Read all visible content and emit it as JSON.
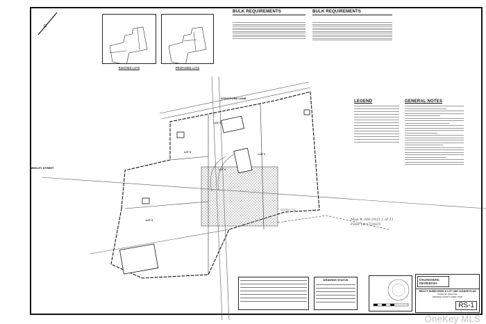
{
  "sheet": {
    "top_note": "",
    "bulk_requirements": [
      {
        "title": "BULK REQUIREMENTS"
      },
      {
        "title": "BULK REQUIREMENTS"
      }
    ],
    "existing_lots": {
      "label": "EXISTING LOTS"
    },
    "proposed_lots": {
      "label": "PROPOSED LOTS"
    },
    "legend": {
      "title": "LEGEND"
    },
    "general_notes": {
      "title": "GENERAL NOTES"
    },
    "streets": {
      "stratford": "STRATFORD LANE",
      "medley": "MEDLEY STREET",
      "district": "DISTRICT HC"
    },
    "lots": [
      "LOT 1",
      "LOT 2",
      "LOT 3",
      "LOT 4",
      "LOT 5"
    ],
    "filing_stamp": {
      "map": "Map # 368-2025",
      "sheet": "2 of 11",
      "filed": "Filed 10/17/2025"
    },
    "drawing_status": {
      "title": "DRAWING STATUS"
    },
    "title_block": {
      "firm": "ENGINEERING PROPERTIES",
      "project_title": "REALTY SUBDIVISION & LOT LINE CHANGE PLAN",
      "location": "TOWN OF WALLKILL",
      "county": "ORANGE COUNTY, NEW YORK",
      "sheet_number": "RS-1"
    },
    "watermark": "OneKey MLS",
    "colors": {
      "ink": "#111111",
      "paper": "#ffffff",
      "watermark": "#bdbdbd"
    }
  }
}
